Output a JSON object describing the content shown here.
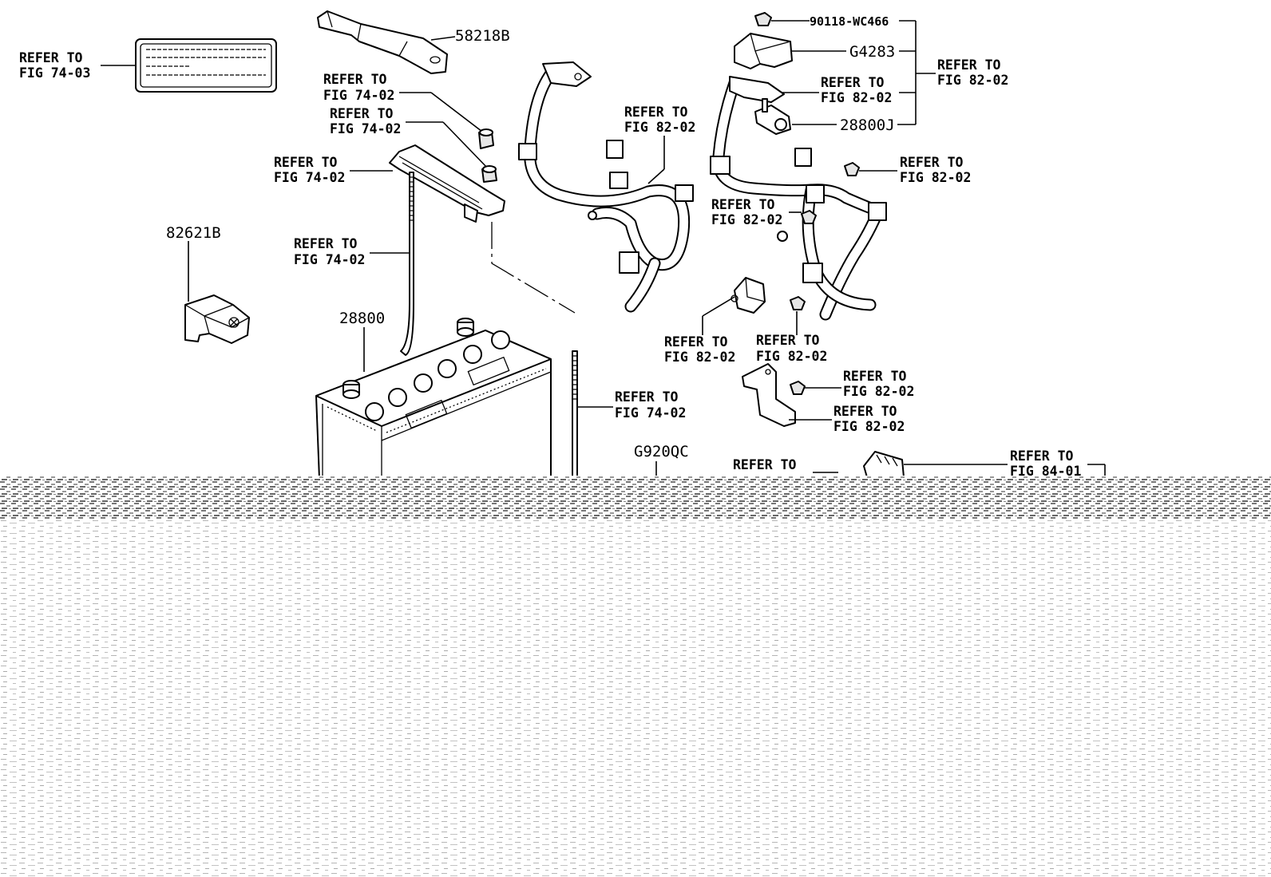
{
  "labels": {
    "refer_to": "REFER TO",
    "fig_74_03": "FIG 74-03",
    "fig_74_02": "FIG 74-02",
    "fig_82_02": "FIG 82-02",
    "fig_84_01": "FIG 84-01"
  },
  "parts": {
    "p58218b": "58218B",
    "p82621b": "82621B",
    "p28800": "28800",
    "p90118": "90118-WC466",
    "pg4283": "G4283",
    "p28800j": "28800J",
    "pg920qc": "G920QC"
  },
  "colors": {
    "line": "#000000",
    "background": "#ffffff",
    "noise": "#9a9a9a"
  }
}
